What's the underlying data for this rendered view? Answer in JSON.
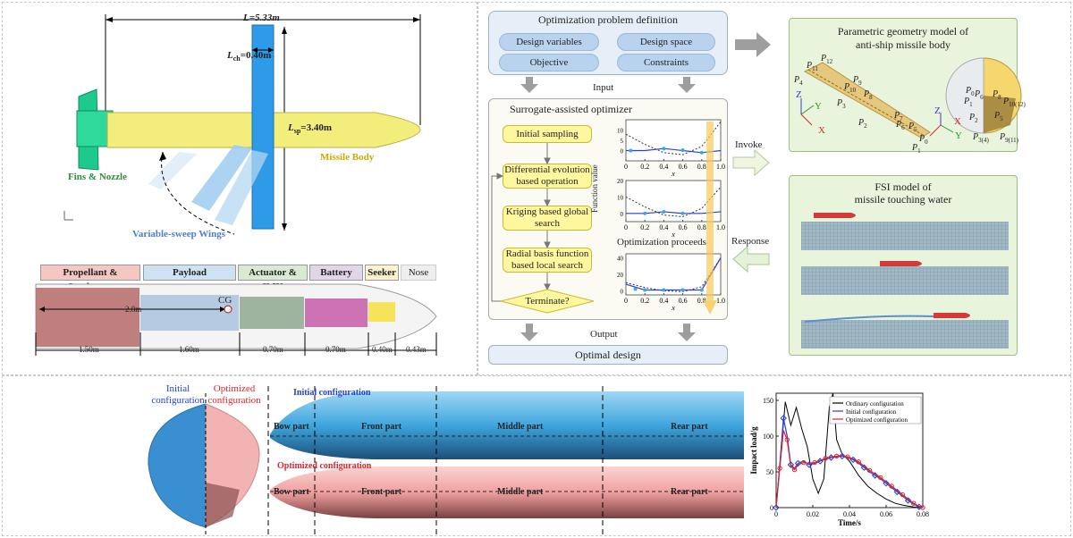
{
  "missile_drawing": {
    "overall_length": "L=5.33m",
    "wing_chord": "L",
    "wing_chord_sub": "ch",
    "wing_chord_value": "=0.40m",
    "wing_position": "L",
    "wing_position_sub": "sp",
    "wing_position_value": "=3.40m",
    "fins_label": "Fins & Nozzle",
    "body_label": "Missile Body",
    "wings_label": "Variable-sweep Wings"
  },
  "layout_section": {
    "components": [
      "Propellant & Combustor",
      "Payload",
      "Actuator & IMU",
      "Battery",
      "Seeker",
      "Nose"
    ],
    "component_colors": [
      "#f4c7c3",
      "#cfe2f3",
      "#d9ead3",
      "#e1d5e7",
      "#fff2cc",
      "#eeeeee"
    ],
    "cg_label": "CG",
    "cg_distance": "2.8m",
    "segment_lengths": [
      "1.50m",
      "1.60m",
      "0.70m",
      "0.70m",
      "0.40m",
      "0.43m"
    ]
  },
  "optimization_problem": {
    "title": "Optimization problem definition",
    "items": [
      "Design variables",
      "Design space",
      "Objective",
      "Constraints"
    ],
    "input_label": "Input",
    "output_label": "Output",
    "optimal_label": "Optimal design"
  },
  "optimizer": {
    "title": "Surrogate-assisted optimizer",
    "steps": [
      "Initial sampling",
      "Differential evolution based operation",
      "Kriging based global search",
      "Radial basis function based local search",
      "Terminate?"
    ],
    "function_value_label": "Function value",
    "proceeds_label": "Optimization proceeds",
    "x_label": "x",
    "x_ticks": [
      "0",
      "0.2",
      "0.4",
      "0.6",
      "0.8",
      "1.0"
    ],
    "top_y_ticks": [
      "0",
      "5",
      "10"
    ],
    "mid_y_ticks": [
      "0",
      "10",
      "20"
    ],
    "bot_y_ticks": [
      "0",
      "20",
      "40"
    ],
    "curves": [
      {
        "true": [
          8,
          3,
          -1,
          -2,
          2,
          14
        ],
        "surrogate": [
          0,
          0,
          1,
          0,
          -1,
          0
        ],
        "samples_x": [
          0.05,
          0.4,
          0.6,
          0.8
        ],
        "samples_y": [
          0,
          1,
          0.2,
          -1
        ]
      },
      {
        "true": [
          10,
          4,
          -1,
          -2,
          3,
          16
        ],
        "surrogate": [
          0,
          0,
          1,
          0,
          0,
          1
        ],
        "samples_x": [
          0.2,
          0.4,
          0.6
        ],
        "samples_y": [
          0,
          1,
          0
        ]
      },
      {
        "true": [
          10,
          4,
          0,
          -1,
          5,
          40
        ],
        "surrogate": [
          8,
          1,
          1,
          1,
          1,
          40
        ],
        "samples_x": [
          0.1,
          0.2,
          0.4,
          0.6,
          0.8
        ],
        "samples_y": [
          2,
          1,
          1,
          1,
          1
        ]
      }
    ]
  },
  "links": {
    "invoke": "Invoke",
    "response": "Response"
  },
  "geometry_model": {
    "title_line1": "Parametric geometry  model of",
    "title_line2": "anti-ship missile body",
    "axis_z": "Z",
    "axis_y": "Y",
    "axis_x": "X",
    "left_points": [
      {
        "main": "P",
        "sub": "11"
      },
      {
        "main": "P",
        "sub": "12"
      },
      {
        "main": "P",
        "sub": "4"
      },
      {
        "main": "P",
        "sub": "10"
      },
      {
        "main": "P",
        "sub": "9"
      },
      {
        "main": "P",
        "sub": "8"
      },
      {
        "main": "P",
        "sub": "3"
      },
      {
        "main": "P",
        "sub": "2"
      },
      {
        "main": "P",
        "sub": "7"
      },
      {
        "main": "P",
        "sub": "6"
      },
      {
        "main": "P",
        "sub": "5"
      },
      {
        "main": "P",
        "sub": "1"
      },
      {
        "main": "P",
        "sub": "0"
      }
    ],
    "right_points": [
      {
        "main": "P",
        "sub": "0"
      },
      {
        "main": "P",
        "sub": "6"
      },
      {
        "main": "P",
        "sub": "8"
      },
      {
        "main": "P",
        "sub": "1"
      },
      {
        "main": "P",
        "sub": "2"
      },
      {
        "main": "P",
        "sub": "5"
      },
      {
        "main": "P",
        "sub": "10(12)"
      },
      {
        "main": "P",
        "sub": "3(4)"
      },
      {
        "main": "P",
        "sub": "9(11)"
      }
    ]
  },
  "fsi_model": {
    "title_line1": "FSI model of",
    "title_line2": "missile touching water"
  },
  "configuration": {
    "initial_label_line1": "Initial",
    "initial_label_line2": "configuration",
    "optimized_label_line1": "Optimized",
    "optimized_label_line2": "configuration",
    "initial_title": "Initial configuration",
    "optimized_title": "Optimized configuration",
    "parts": [
      "Bow part",
      "Front part",
      "Middle part",
      "Rear part"
    ],
    "initial_color": "#3a8fd0",
    "optimized_color": "#e88a8a"
  },
  "impact_chart": {
    "xlabel": "Time/s",
    "ylabel": "Impact load/g",
    "x_ticks": [
      "0",
      "0.02",
      "0.04",
      "0.06",
      "0.08"
    ],
    "y_ticks": [
      "0",
      "50",
      "100",
      "150"
    ],
    "legend": [
      "Ordinary configuration",
      "Initial configuration",
      "Optimized configuration"
    ]
  },
  "chart_data": {
    "type": "line",
    "xlabel": "Time/s",
    "ylabel": "Impact load/g",
    "xlim": [
      0,
      0.08
    ],
    "ylim": [
      0,
      160
    ],
    "legend_position": "top-right",
    "series": [
      {
        "name": "Ordinary configuration",
        "color": "#000000",
        "x": [
          0,
          0.002,
          0.005,
          0.008,
          0.011,
          0.014,
          0.017,
          0.02,
          0.023,
          0.026,
          0.029,
          0.031,
          0.033,
          0.036,
          0.04,
          0.045,
          0.05,
          0.055,
          0.06,
          0.065,
          0.07,
          0.075,
          0.08
        ],
        "y": [
          0,
          60,
          148,
          115,
          140,
          110,
          85,
          40,
          20,
          40,
          140,
          160,
          95,
          75,
          65,
          45,
          30,
          20,
          12,
          6,
          3,
          1,
          0
        ]
      },
      {
        "name": "Initial configuration",
        "color": "#1f3fd8",
        "x": [
          0,
          0.002,
          0.004,
          0.006,
          0.008,
          0.01,
          0.012,
          0.015,
          0.018,
          0.021,
          0.024,
          0.027,
          0.03,
          0.033,
          0.036,
          0.039,
          0.042,
          0.045,
          0.048,
          0.051,
          0.054,
          0.057,
          0.06,
          0.063,
          0.066,
          0.069,
          0.072,
          0.075,
          0.078,
          0.08
        ],
        "y": [
          0,
          60,
          125,
          100,
          60,
          55,
          62,
          65,
          60,
          62,
          65,
          68,
          70,
          71,
          72,
          70,
          67,
          62,
          56,
          50,
          45,
          40,
          34,
          28,
          22,
          16,
          10,
          5,
          1,
          0
        ]
      },
      {
        "name": "Optimized configuration",
        "color": "#e0232a",
        "x": [
          0,
          0.002,
          0.004,
          0.006,
          0.008,
          0.01,
          0.012,
          0.015,
          0.018,
          0.021,
          0.024,
          0.027,
          0.03,
          0.033,
          0.036,
          0.039,
          0.042,
          0.045,
          0.048,
          0.051,
          0.054,
          0.057,
          0.06,
          0.063,
          0.066,
          0.069,
          0.072,
          0.075,
          0.078,
          0.08
        ],
        "y": [
          0,
          55,
          108,
          95,
          58,
          53,
          60,
          63,
          62,
          63,
          66,
          69,
          71,
          72,
          73,
          71,
          68,
          64,
          58,
          52,
          47,
          42,
          36,
          30,
          24,
          18,
          12,
          6,
          2,
          0
        ]
      }
    ]
  }
}
